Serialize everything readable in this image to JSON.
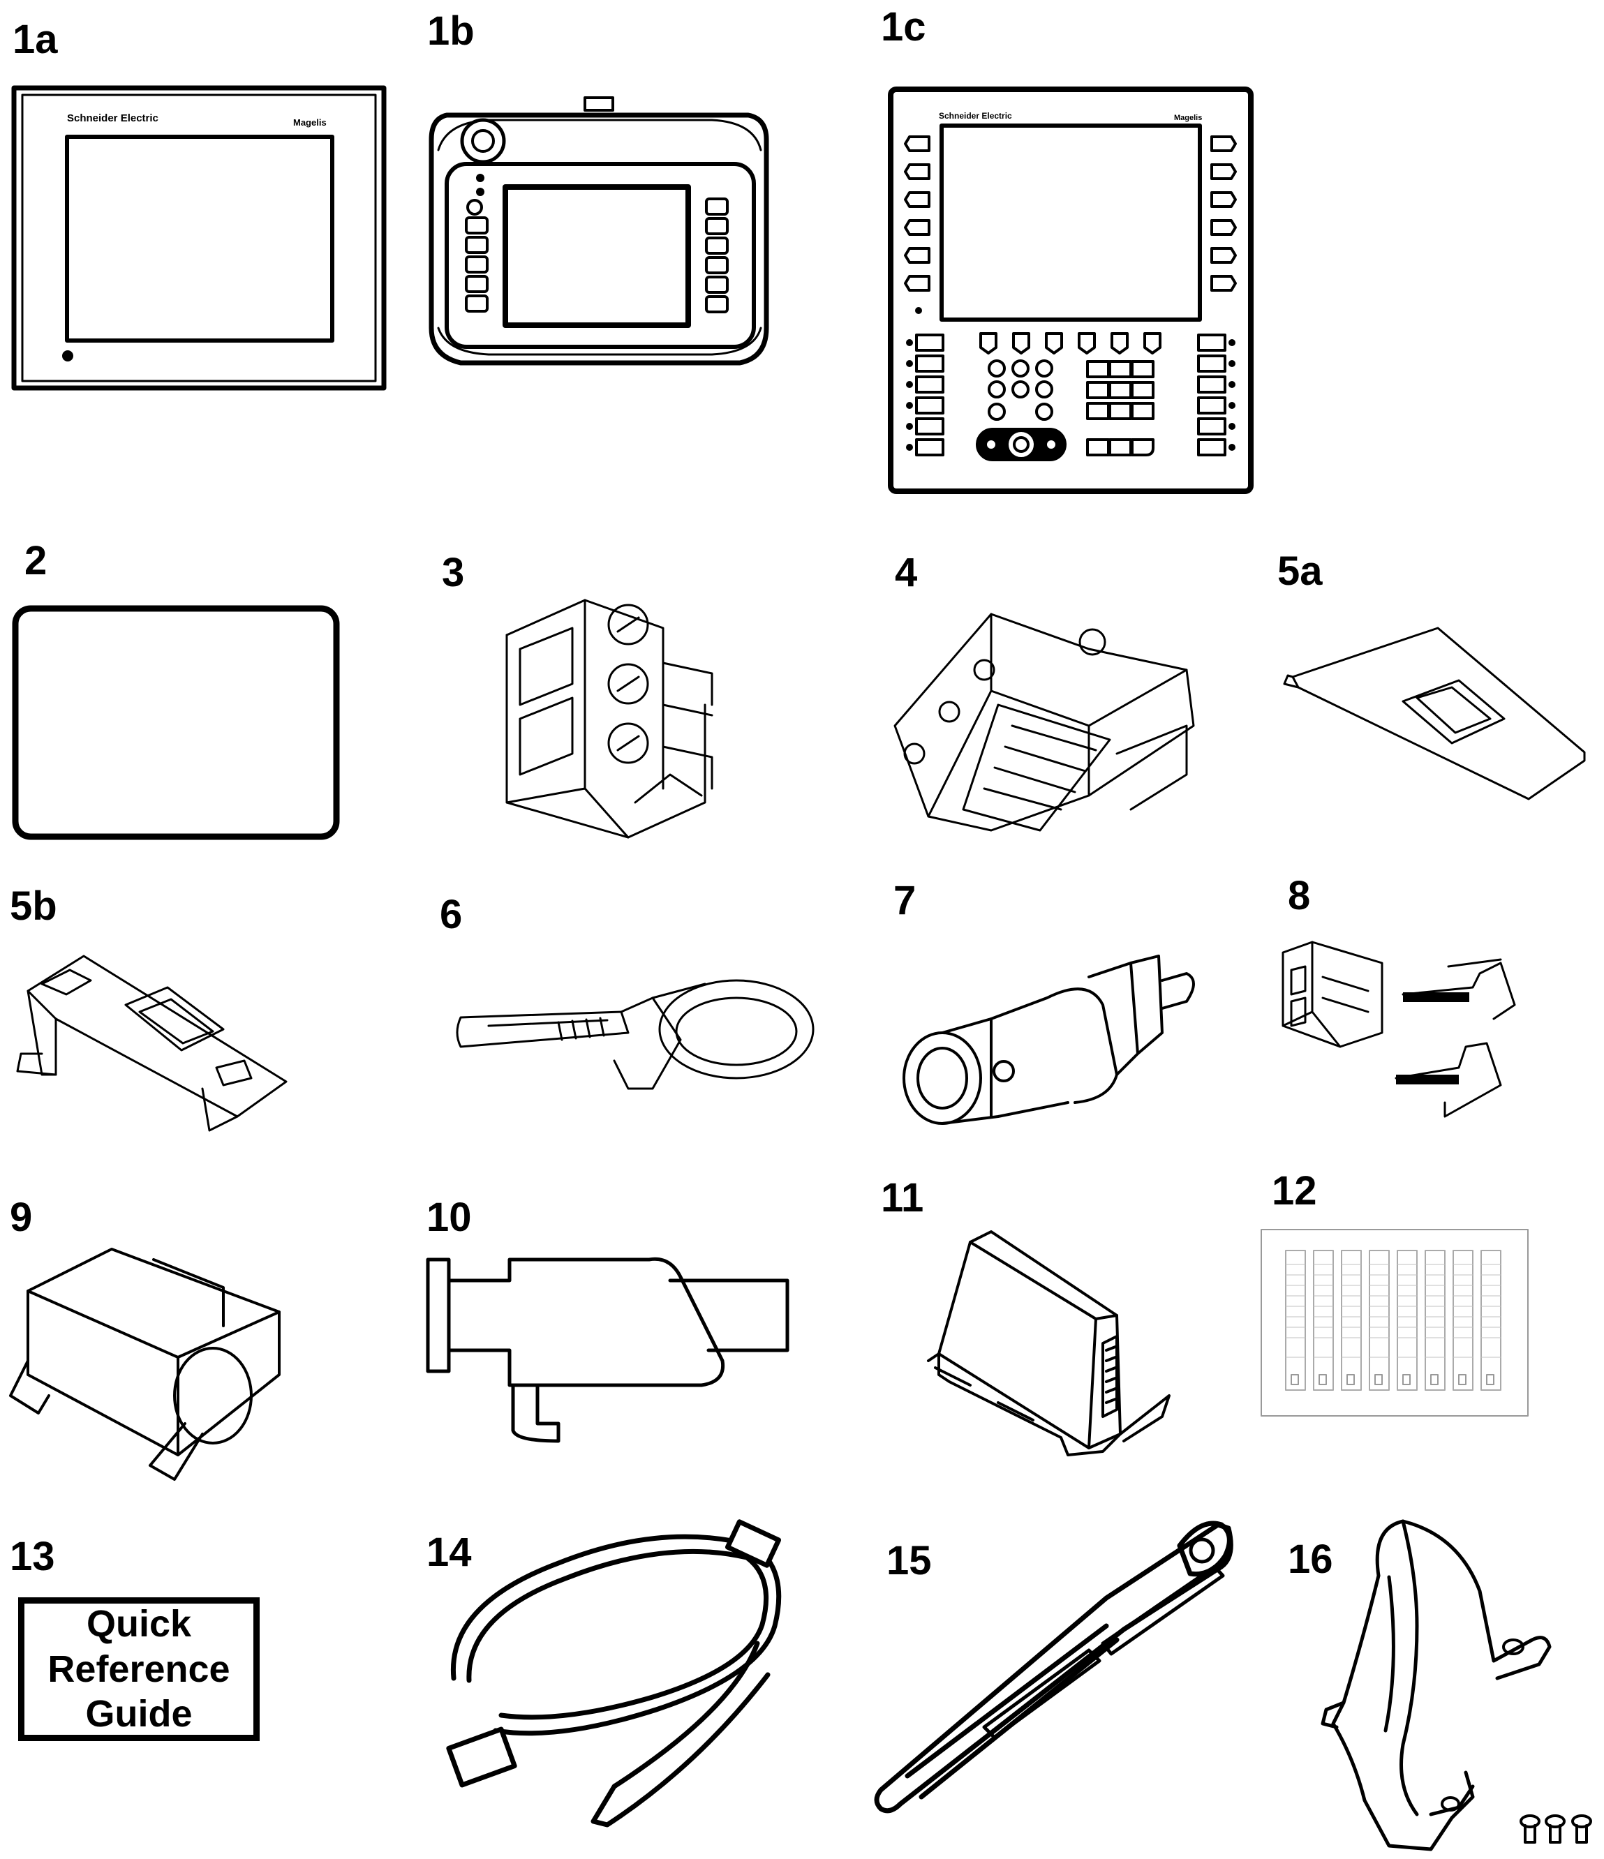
{
  "items": [
    {
      "label": "1a",
      "brand_left": "Schneider Electric",
      "brand_right": "Magelis"
    },
    {
      "label": "1b"
    },
    {
      "label": "1c",
      "brand_left": "Schneider Electric",
      "brand_right": "Magelis"
    },
    {
      "label": "2"
    },
    {
      "label": "3"
    },
    {
      "label": "4"
    },
    {
      "label": "5a"
    },
    {
      "label": "5b"
    },
    {
      "label": "6"
    },
    {
      "label": "7"
    },
    {
      "label": "8"
    },
    {
      "label": "9"
    },
    {
      "label": "10"
    },
    {
      "label": "11"
    },
    {
      "label": "12"
    },
    {
      "label": "13",
      "guide_lines": [
        "Quick",
        "Reference",
        "Guide"
      ]
    },
    {
      "label": "14"
    },
    {
      "label": "15"
    },
    {
      "label": "16"
    }
  ]
}
